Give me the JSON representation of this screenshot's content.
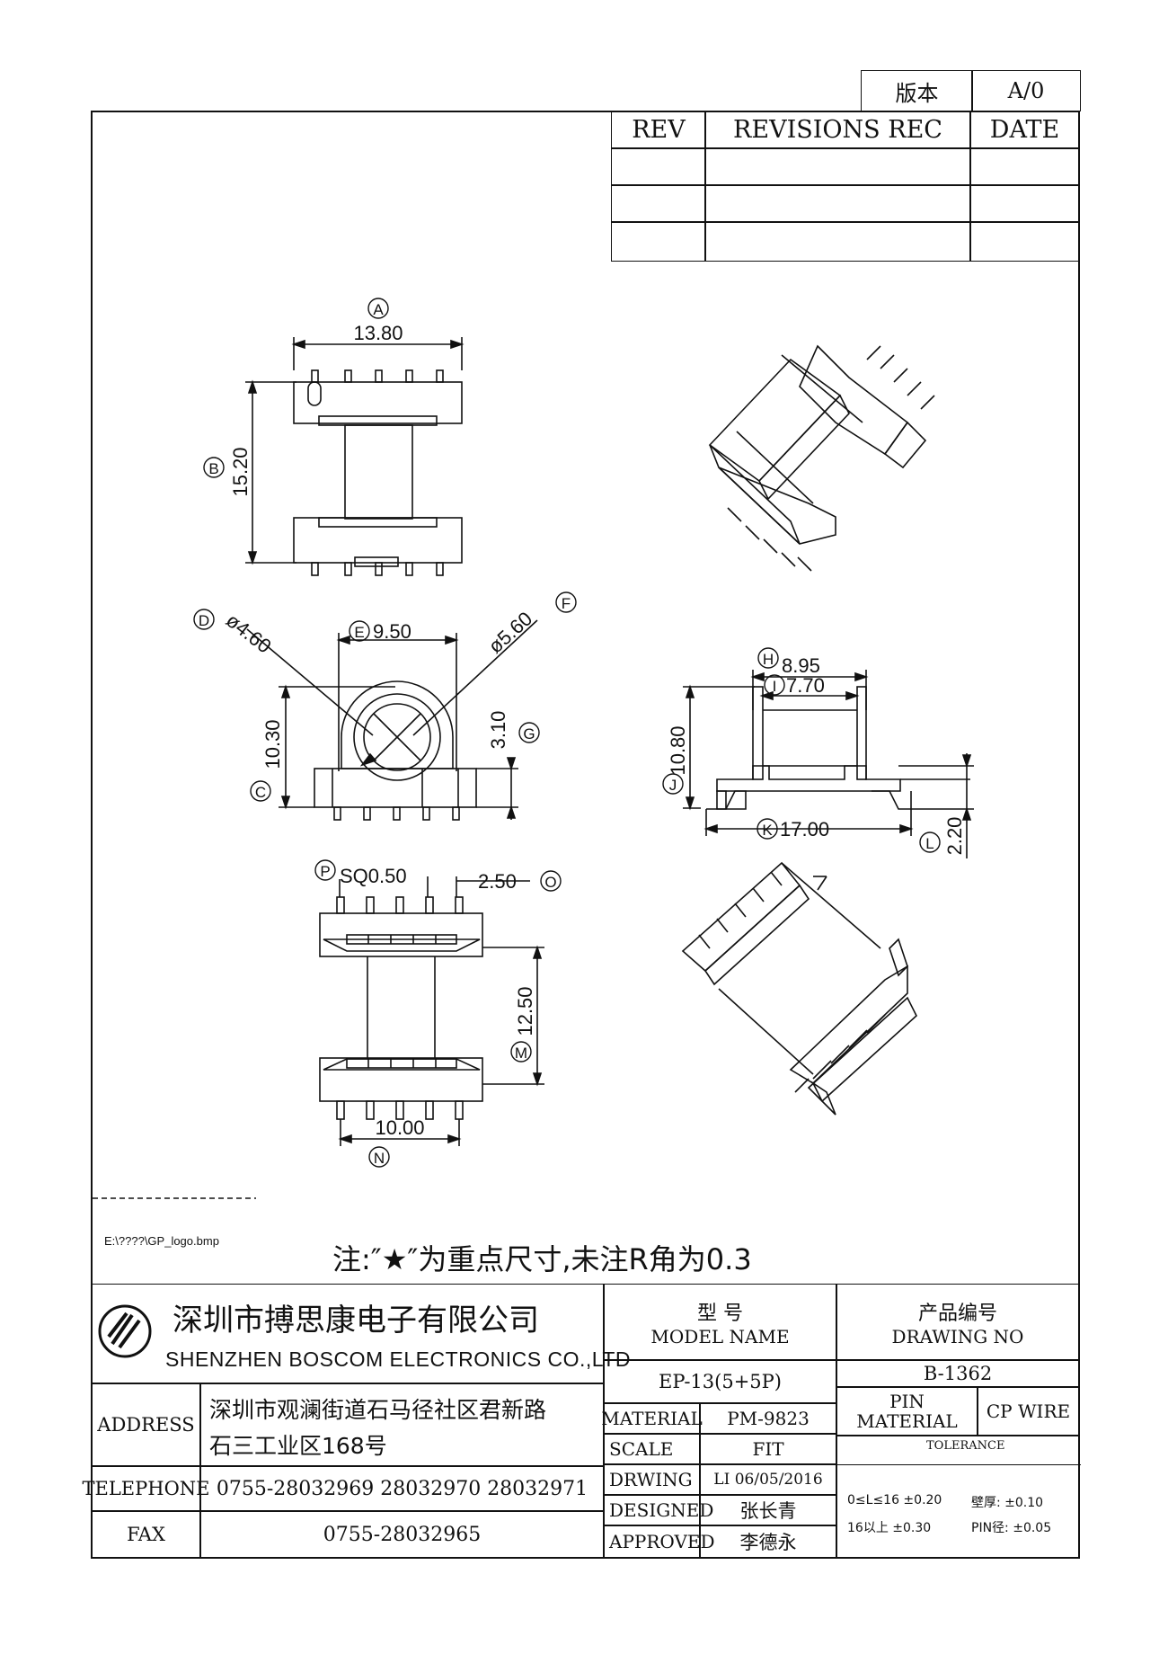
{
  "version_table": {
    "label": "版本",
    "value": "A/0"
  },
  "revisions": {
    "headers": {
      "rev": "REV",
      "rec": "REVISIONS REC",
      "date": "DATE"
    },
    "rows": [
      {
        "rev": "",
        "rec": "",
        "date": ""
      },
      {
        "rev": "",
        "rec": "",
        "date": ""
      },
      {
        "rev": "",
        "rec": "",
        "date": ""
      }
    ]
  },
  "drawing": {
    "top_view": {
      "mark_a": "A",
      "dim_a": "13.80",
      "mark_b": "B",
      "dim_b": "15.20"
    },
    "front_view": {
      "mark_d": "D",
      "dim_d": "ø4.60",
      "mark_e": "E",
      "dim_e": "9.50",
      "mark_f": "F",
      "dim_f": "ø5.60",
      "mark_g": "G",
      "dim_g": "3.10",
      "mark_c": "C",
      "dim_c": "10.30"
    },
    "side_view": {
      "mark_h": "H",
      "dim_h": "8.95",
      "mark_i": "I",
      "dim_i": "7.70",
      "mark_j": "J",
      "dim_j": "10.80",
      "mark_k": "K",
      "dim_k": "17.00",
      "mark_l": "L",
      "dim_l": "2.20"
    },
    "bottom_view": {
      "mark_p": "P",
      "dim_p": "SQ0.50",
      "mark_o": "O",
      "dim_o": "2.50",
      "mark_m": "M",
      "dim_m": "12.50",
      "mark_n": "N",
      "dim_n": "10.00"
    }
  },
  "logo_path": "E:\\????\\GP_logo.bmp",
  "note": "注:″★″为重点尺寸,未注R角为0.3",
  "company": {
    "name_cn": "深圳市搏思康电子有限公司",
    "name_en": "SHENZHEN BOSCOM ELECTRONICS CO.,LTD"
  },
  "info": {
    "address_label": "ADDRESS",
    "address_line1": "深圳市观澜街道石马径社区君新路",
    "address_line2": "石三工业区168号",
    "telephone_label": "TELEPHONE",
    "telephone": "0755-28032969 28032970 28032971",
    "fax_label": "FAX",
    "fax": "0755-28032965"
  },
  "title_block": {
    "model_cn": "型    号",
    "model_en": "MODEL NAME",
    "model_value": "EP-13(5+5P)",
    "drawing_no_cn": "产品编号",
    "drawing_no_en": "DRAWING NO",
    "drawing_no_value": "B-1362",
    "material_label": "MATERIAL",
    "material_value": "PM-9823",
    "scale_label": "SCALE",
    "scale_value": "FIT",
    "drwing_label": "DRWING",
    "drwing_value": "LI 06/05/2016",
    "designed_label": "DESIGNED",
    "designed_value": "张长青",
    "approved_label": "APPROVED",
    "approved_value": "李德永",
    "pin_label_1": "PIN",
    "pin_label_2": "MATERIAL",
    "pin_value": "CP WIRE",
    "tolerance_label": "TOLERANCE",
    "tol_1a": "0≤L≤16  ±0.20",
    "tol_1b": "壁厚:  ±0.10",
    "tol_2a": "16以上     ±0.30",
    "tol_2b": "PIN径: ±0.05"
  }
}
